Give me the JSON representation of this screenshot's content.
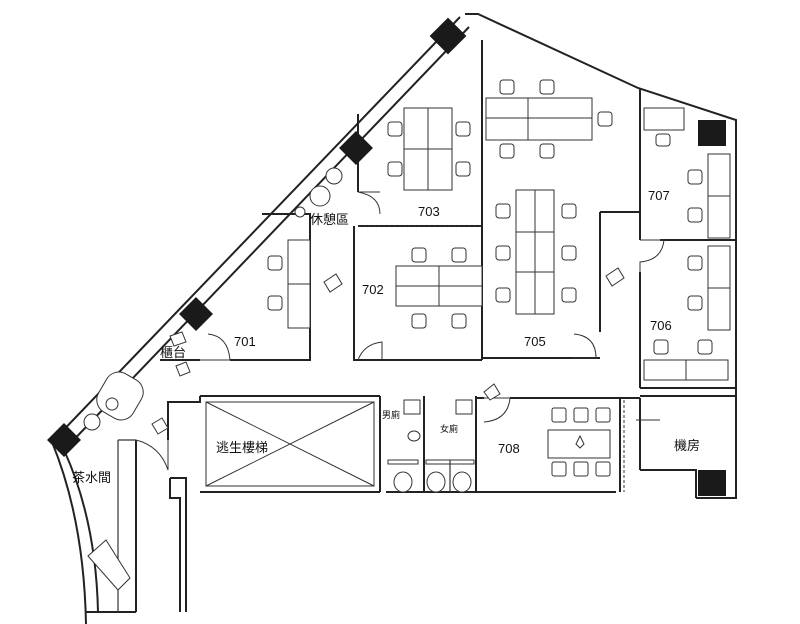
{
  "rooms": {
    "r701": "701",
    "r702": "702",
    "r703": "703",
    "r705": "705",
    "r706": "706",
    "r707": "707",
    "r708": "708"
  },
  "areas": {
    "lounge": "休憩區",
    "counter": "櫃台",
    "pantry": "茶水間",
    "stairs": "逃生樓梯",
    "mens_restroom": "男廁",
    "womens_restroom": "女廁",
    "machine_room": "機房"
  }
}
